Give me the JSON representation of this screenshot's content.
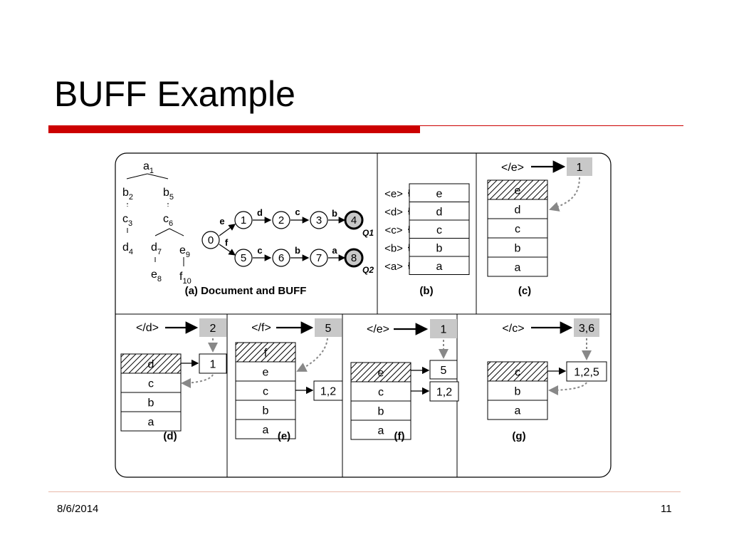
{
  "slide": {
    "title": "BUFF Example",
    "date": "8/6/2014",
    "page_number": "11"
  },
  "colors": {
    "accent": "#cc0000",
    "box_gray": "#c8c8c8",
    "arrow_gray": "#888888"
  },
  "panel_a": {
    "caption": "(a) Document  and BUFF",
    "tree_nodes": [
      {
        "id": "a1",
        "letter": "a",
        "sub": "1"
      },
      {
        "id": "b2",
        "letter": "b",
        "sub": "2"
      },
      {
        "id": "b5",
        "letter": "b",
        "sub": "5"
      },
      {
        "id": "c3",
        "letter": "c",
        "sub": "3"
      },
      {
        "id": "c6",
        "letter": "c",
        "sub": "6"
      },
      {
        "id": "d4",
        "letter": "d",
        "sub": "4"
      },
      {
        "id": "d7",
        "letter": "d",
        "sub": "7"
      },
      {
        "id": "e9",
        "letter": "e",
        "sub": "9"
      },
      {
        "id": "e8",
        "letter": "e",
        "sub": "8"
      },
      {
        "id": "f10",
        "letter": "f",
        "sub": "10"
      }
    ],
    "automaton_states": [
      "0",
      "1",
      "2",
      "3",
      "4",
      "5",
      "6",
      "7",
      "8"
    ],
    "edge_labels": [
      "e",
      "d",
      "c",
      "b",
      "f",
      "c",
      "b",
      "a"
    ],
    "query_labels": [
      "Q1",
      "Q2"
    ]
  },
  "panel_b": {
    "caption": "(b)",
    "tags": [
      "<e>",
      "<d>",
      "<c>",
      "<b>",
      "<a>"
    ],
    "stack": [
      "e",
      "d",
      "c",
      "b",
      "a"
    ]
  },
  "panel_c": {
    "caption": "(c)",
    "event": "</e>",
    "buffer": "1",
    "stack": [
      "e",
      "d",
      "c",
      "b",
      "a"
    ]
  },
  "panel_d": {
    "caption": "(d)",
    "event": "</d>",
    "buffer": "2",
    "stack": [
      "d",
      "c",
      "b",
      "a"
    ],
    "list": [
      "1"
    ]
  },
  "panel_e": {
    "caption": "(e)",
    "event": "</f>",
    "buffer": "5",
    "stack": [
      "f",
      "e",
      "c",
      "b",
      "a"
    ],
    "list": [
      "1,2"
    ]
  },
  "panel_f": {
    "caption": "(f)",
    "event": "</e>",
    "buffer": "1",
    "stack": [
      "e",
      "c",
      "b",
      "a"
    ],
    "list": [
      "5",
      "1,2"
    ]
  },
  "panel_g": {
    "caption": "(g)",
    "event": "</c>",
    "buffer": "3,6",
    "stack": [
      "c",
      "b",
      "a"
    ],
    "list": [
      "1,2,5"
    ]
  }
}
